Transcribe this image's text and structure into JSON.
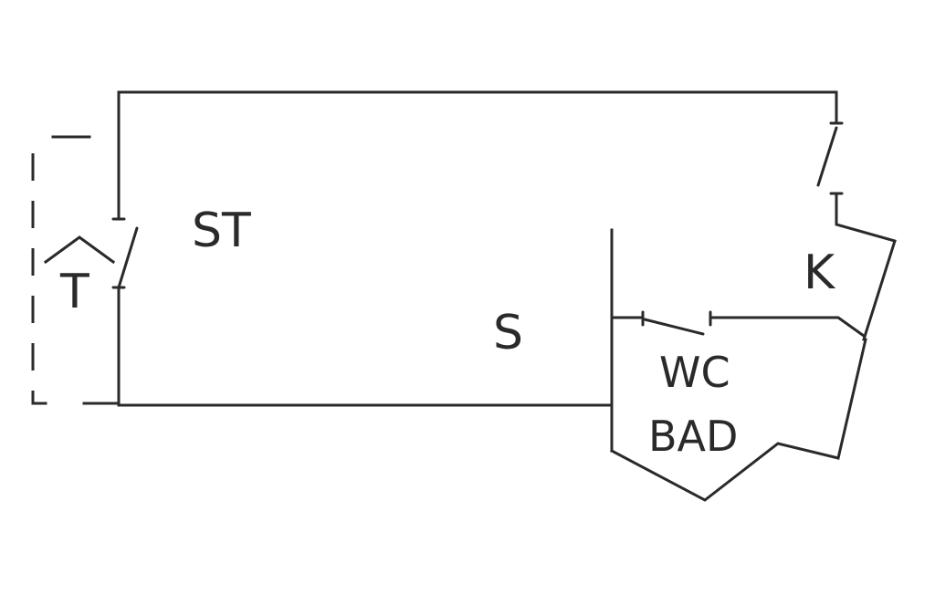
{
  "labels": {
    "st": "ST",
    "t": "T",
    "s": "S",
    "k": "K",
    "wc": "WC",
    "bad": "BAD"
  },
  "colors": {
    "line": "#2a2a2a",
    "background": "#ffffff"
  }
}
